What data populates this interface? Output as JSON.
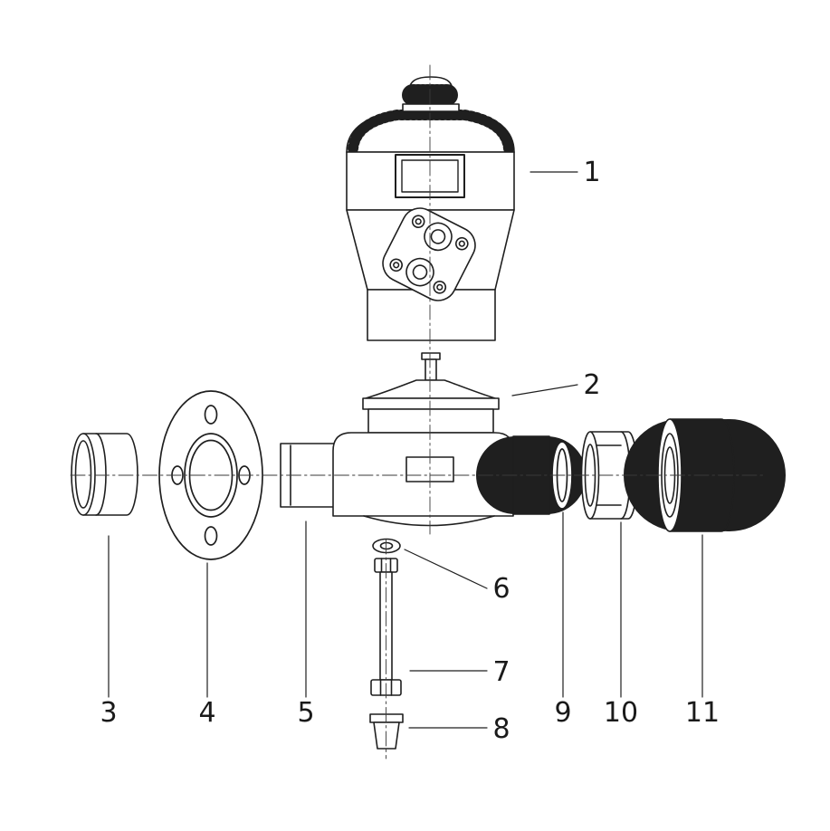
{
  "diagram": {
    "background": "#ffffff",
    "line_color": "#1f1f1f",
    "centerline_color": "#3a3a3a",
    "labels": [
      {
        "text": "1"
      },
      {
        "text": "2"
      },
      {
        "text": "3"
      },
      {
        "text": "4"
      },
      {
        "text": "5"
      },
      {
        "text": "6"
      },
      {
        "text": "7"
      },
      {
        "text": "8"
      },
      {
        "text": "9"
      },
      {
        "text": "10"
      },
      {
        "text": "11"
      }
    ]
  }
}
